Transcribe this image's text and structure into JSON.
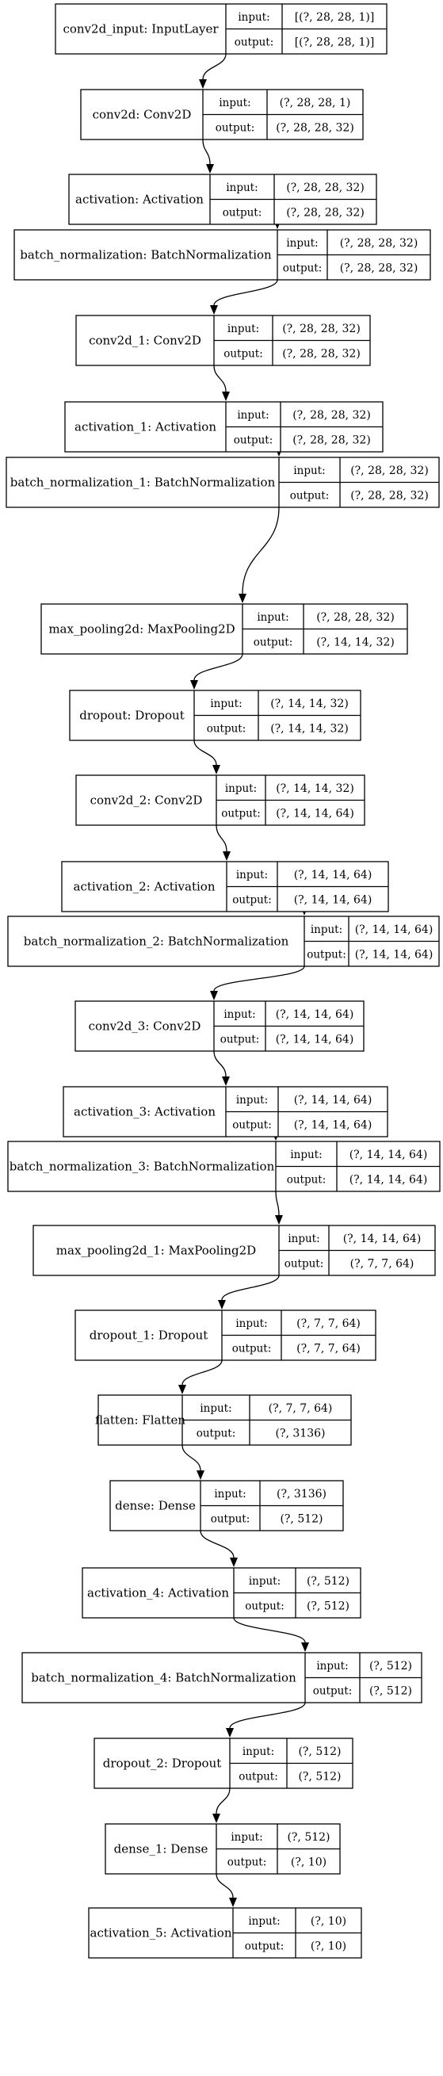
{
  "diagram": {
    "input_label": "input:",
    "output_label": "output:",
    "layers": [
      {
        "name": "conv2d_input: InputLayer",
        "input": "[(?, 28, 28, 1)]",
        "output": "[(?, 28, 28, 1)]"
      },
      {
        "name": "conv2d: Conv2D",
        "input": "(?, 28, 28, 1)",
        "output": "(?, 28, 28, 32)"
      },
      {
        "name": "activation: Activation",
        "input": "(?, 28, 28, 32)",
        "output": "(?, 28, 28, 32)"
      },
      {
        "name": "batch_normalization: BatchNormalization",
        "input": "(?, 28, 28, 32)",
        "output": "(?, 28, 28, 32)"
      },
      {
        "name": "conv2d_1: Conv2D",
        "input": "(?, 28, 28, 32)",
        "output": "(?, 28, 28, 32)"
      },
      {
        "name": "activation_1: Activation",
        "input": "(?, 28, 28, 32)",
        "output": "(?, 28, 28, 32)"
      },
      {
        "name": "batch_normalization_1: BatchNormalization",
        "input": "(?, 28, 28, 32)",
        "output": "(?, 28, 28, 32)"
      },
      {
        "name": "max_pooling2d: MaxPooling2D",
        "input": "(?, 28, 28, 32)",
        "output": "(?, 14, 14, 32)"
      },
      {
        "name": "dropout: Dropout",
        "input": "(?, 14, 14, 32)",
        "output": "(?, 14, 14, 32)"
      },
      {
        "name": "conv2d_2: Conv2D",
        "input": "(?, 14, 14, 32)",
        "output": "(?, 14, 14, 64)"
      },
      {
        "name": "activation_2: Activation",
        "input": "(?, 14, 14, 64)",
        "output": "(?, 14, 14, 64)"
      },
      {
        "name": "batch_normalization_2: BatchNormalization",
        "input": "(?, 14, 14, 64)",
        "output": "(?, 14, 14, 64)"
      },
      {
        "name": "conv2d_3: Conv2D",
        "input": "(?, 14, 14, 64)",
        "output": "(?, 14, 14, 64)"
      },
      {
        "name": "activation_3: Activation",
        "input": "(?, 14, 14, 64)",
        "output": "(?, 14, 14, 64)"
      },
      {
        "name": "batch_normalization_3: BatchNormalization",
        "input": "(?, 14, 14, 64)",
        "output": "(?, 14, 14, 64)"
      },
      {
        "name": "max_pooling2d_1: MaxPooling2D",
        "input": "(?, 14, 14, 64)",
        "output": "(?, 7, 7, 64)"
      },
      {
        "name": "dropout_1: Dropout",
        "input": "(?, 7, 7, 64)",
        "output": "(?, 7, 7, 64)"
      },
      {
        "name": "flatten: Flatten",
        "input": "(?, 7, 7, 64)",
        "output": "(?, 3136)"
      },
      {
        "name": "dense: Dense",
        "input": "(?, 3136)",
        "output": "(?, 512)"
      },
      {
        "name": "activation_4: Activation",
        "input": "(?, 512)",
        "output": "(?, 512)"
      },
      {
        "name": "batch_normalization_4: BatchNormalization",
        "input": "(?, 512)",
        "output": "(?, 512)"
      },
      {
        "name": "dropout_2: Dropout",
        "input": "(?, 512)",
        "output": "(?, 512)"
      },
      {
        "name": "dense_1: Dense",
        "input": "(?, 512)",
        "output": "(?, 10)"
      },
      {
        "name": "activation_5: Activation",
        "input": "(?, 10)",
        "output": "(?, 10)"
      }
    ]
  }
}
